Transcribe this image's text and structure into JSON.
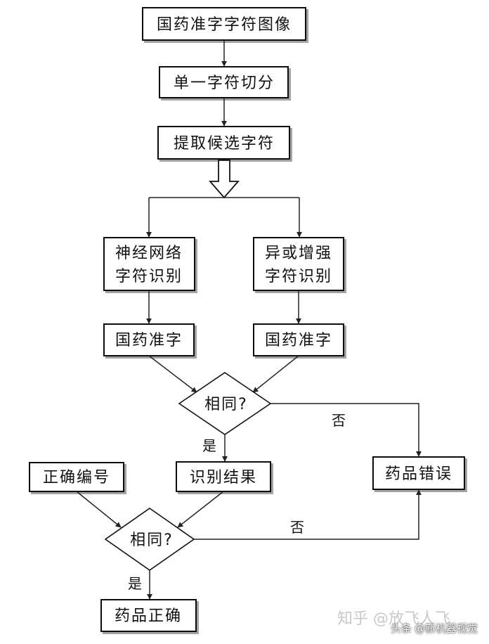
{
  "nodes": {
    "image": "国药准字字符图像",
    "segment": "单一字符切分",
    "extract": "提取候选字符",
    "nn_line1": "神经网络",
    "nn_line2": "字符识别",
    "xor_line1": "异或增强",
    "xor_line2": "字符识别",
    "result_left": "国药准字",
    "result_right": "国药准字",
    "same1": "相同?",
    "correct_code": "正确编号",
    "recog_result": "识别结果",
    "drug_error": "药品错误",
    "same2": "相同?",
    "drug_ok": "药品正确"
  },
  "edges": {
    "no1": "否",
    "yes1": "是",
    "no2": "否",
    "yes2": "是"
  },
  "watermark": {
    "zhihu": "知乎 @放飞人飞",
    "toutiao_prefix": "头条",
    "toutiao_handle": "@新机器视觉"
  }
}
